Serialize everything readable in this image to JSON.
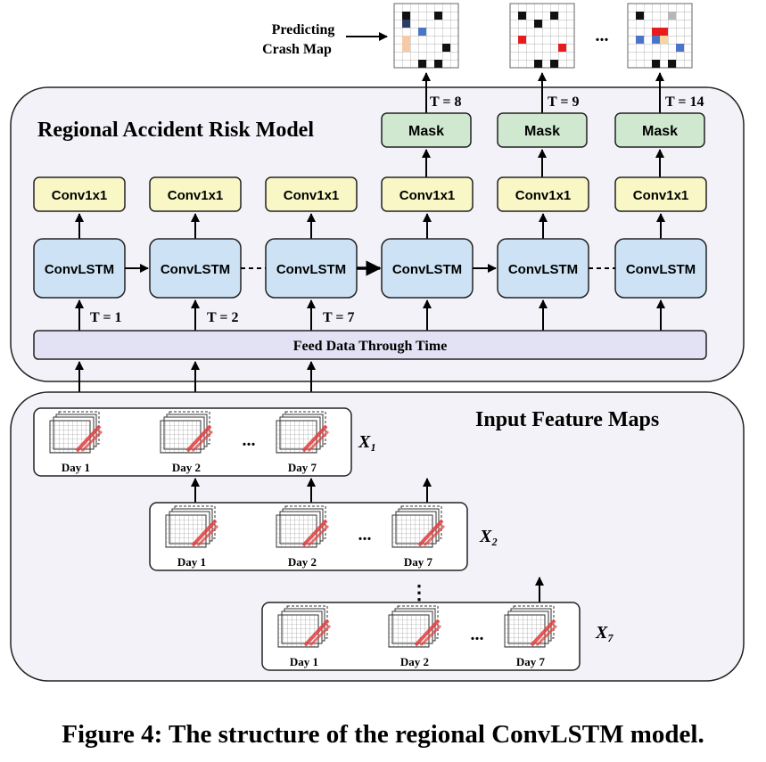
{
  "diagram": {
    "crash_map_label_line1": "Predicting",
    "crash_map_label_line2": "Crash Map",
    "model_title": "Regional Accident Risk Model",
    "mask_label": "Mask",
    "conv_label": "Conv1x1",
    "convlstm_label": "ConvLSTM",
    "feed_label": "Feed Data Through Time",
    "input_title": "Input Feature Maps",
    "ellipsis": "...",
    "vertical_ellipsis": "⋮",
    "time_labels_in": [
      "T = 1",
      "T = 2",
      "T = 7"
    ],
    "time_labels_out": [
      "T = 8",
      "T = 9",
      "T = 14"
    ],
    "day_labels": [
      "Day 1",
      "Day 2",
      "Day 7"
    ],
    "input_sets": [
      "X₁",
      "X₂",
      "X₇"
    ],
    "colors": {
      "panel_fill": "#f3f2f8",
      "mask_fill": "#cfe8cf",
      "conv_fill": "#f8f7c5",
      "convlstm_fill": "#cde3f5",
      "feed_fill": "#e3e2f5",
      "cell_blue": "#4a75c9",
      "cell_red": "#e81c1c",
      "cell_peach": "#f7c9a6",
      "cell_navy": "#2d3e66",
      "cell_gray": "#b7b7b7"
    }
  },
  "caption": "Figure 4: The structure of the regional ConvLSTM model."
}
